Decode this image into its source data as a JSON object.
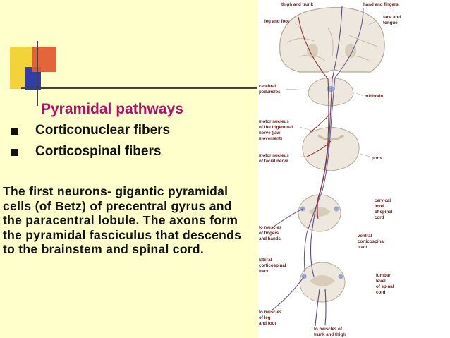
{
  "slide": {
    "title": "Pyramidal pathways",
    "bullets": [
      "Corticonuclear fibers",
      "Corticospinal fibers"
    ],
    "paragraph": "The first neurons- gigantic pyramidal cells (of Betz) of precentral gyrus and the paracentral lobule. The axons form the pyramidal fasciculus that descends to the brainstem and spinal cord."
  },
  "figure": {
    "labels": {
      "thigh_and_trunk": "thigh and trunk",
      "hand_and_fingers": "hand and fingers",
      "leg_and_foot": "leg and foot",
      "face_and_tongue": [
        "face and",
        "tongue"
      ],
      "cerebral_peduncles": [
        "cerebral",
        "peduncles"
      ],
      "midbrain": "midbrain",
      "motor_nucleus_trigeminal": [
        "motor nucleus",
        "of the trigeminal",
        "nerve (jaw",
        "movement)"
      ],
      "motor_nucleus_facial": [
        "motor nucleus",
        "of facial nerve"
      ],
      "pons": "pons",
      "cervical_level": [
        "cervical",
        "level",
        "of spinal",
        "cord"
      ],
      "muscles_fingers_hands": [
        "to muscles",
        "of fingers",
        "and hands"
      ],
      "ventral_corticospinal": [
        "ventral",
        "corticospinal",
        "tract"
      ],
      "lateral_corticospinal": [
        "lateral",
        "corticospinal",
        "tract"
      ],
      "lumbar_level": [
        "lumbar",
        "level",
        "of spinal",
        "cord"
      ],
      "muscles_leg_foot": [
        "to muscles",
        "of leg",
        "and foot"
      ],
      "muscles_trunk_thigh": [
        "to muscles of",
        "trunk and thigh"
      ]
    }
  }
}
